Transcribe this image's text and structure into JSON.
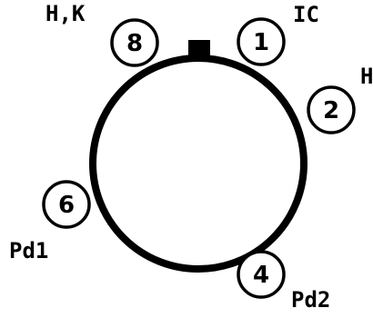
{
  "colors": {
    "stroke": "#000000",
    "background": "#ffffff"
  },
  "nodes": [
    {
      "id": "8",
      "number": "8",
      "label": "H,K"
    },
    {
      "id": "1",
      "number": "1",
      "label": "IC"
    },
    {
      "id": "2",
      "number": "2",
      "label": "H"
    },
    {
      "id": "6",
      "number": "6",
      "label": "Pd1"
    },
    {
      "id": "4",
      "number": "4",
      "label": "Pd2"
    }
  ]
}
